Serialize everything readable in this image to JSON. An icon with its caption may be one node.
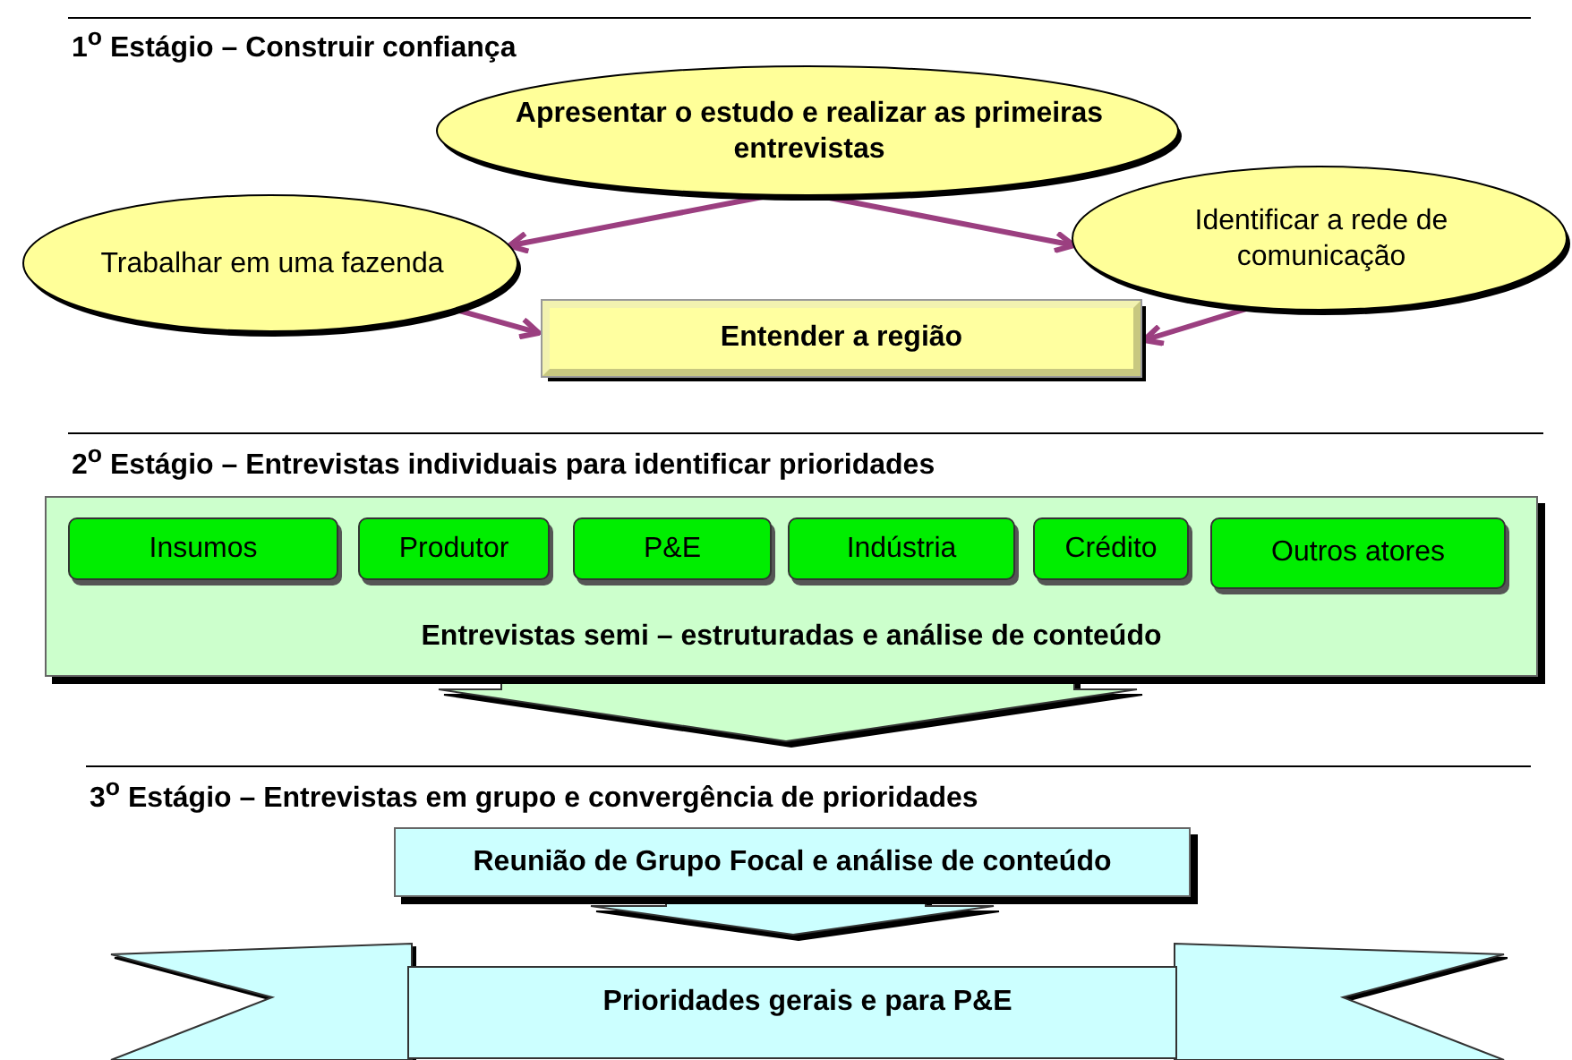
{
  "diagram": {
    "nodes": [
      {
        "text": [
          "Apresentar o estudo e realizar as primeiras entrevistas"
        ]
      },
      {
        "text": [
          "Trabalhar em uma fazenda"
        ]
      },
      {
        "text": [
          "Identificar a rede de comunicação"
        ]
      },
      {
        "text": [
          "Entender a região"
        ]
      },
      {
        "text": [
          "Entrevistas semi – estruturadas e análise de conteúdo"
        ]
      },
      {
        "text": [
          "Insumos"
        ],
        "in": 4
      },
      {
        "text": [
          "Produtor"
        ],
        "in": 4
      },
      {
        "text": [
          "P&E"
        ],
        "in": 4
      },
      {
        "text": [
          "Indústria"
        ],
        "in": 4
      },
      {
        "text": [
          "Crédito"
        ],
        "in": 4
      },
      {
        "text": [
          "Outros atores"
        ],
        "in": 4
      },
      {
        "text": [
          "Reunião de Grupo Focal e análise de conteúdo"
        ]
      },
      {
        "text": [
          "Prioridades gerais e para P&E"
        ]
      }
    ],
    "edges": [
      {
        "from": 0,
        "to": 1,
        "arrow": "to"
      },
      {
        "from": 0,
        "to": 2,
        "arrow": "to"
      },
      {
        "from": 1,
        "to": 3,
        "arrow": "to"
      },
      {
        "from": 2,
        "to": 3,
        "arrow": "to"
      },
      {
        "from": 4,
        "to": null,
        "arrow": "to",
        "color": "#ccffcc"
      },
      {
        "from": 11,
        "to": 12,
        "arrow": "to",
        "color": "#ccffff"
      }
    ],
    "labels": [
      "1$^{o}$ Estágio – Construir confiança",
      "2$^{o}$ Estágio – Entrevistas individuais para identificar prioridades",
      "3$^{o}$ Estágio – Entrevistas em grupo e convergência de prioridades"
    ]
  }
}
